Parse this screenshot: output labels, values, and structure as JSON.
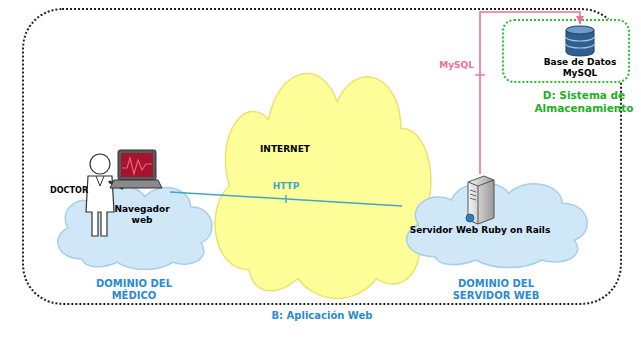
{
  "diagram": {
    "nodes": [
      {
        "text": [
          "B: Aplicación Web"
        ]
      },
      {
        "text": [
          "DOMINIO DEL MÉDICO"
        ],
        "in": 0
      },
      {
        "text": [
          "DOCTOR",
          "Navegador web"
        ],
        "in": 1
      },
      {
        "text": [
          "INTERNET"
        ],
        "in": 0
      },
      {
        "text": [
          "DOMINIO DEL SERVIDOR WEB"
        ],
        "in": 0
      },
      {
        "text": [
          "Servidor Web Ruby on Rails"
        ],
        "in": 4
      },
      {
        "text": [
          "D: Sistema de Almacenamiento"
        ],
        "in": 0
      },
      {
        "text": [
          "Base de Datos MySQL"
        ],
        "in": 6
      }
    ],
    "edges": [
      {
        "from": 2,
        "to": 5,
        "arrow": "none",
        "label": "HTTP"
      },
      {
        "from": 5,
        "to": 7,
        "arrow": "to",
        "label": "MySQL"
      }
    ]
  }
}
